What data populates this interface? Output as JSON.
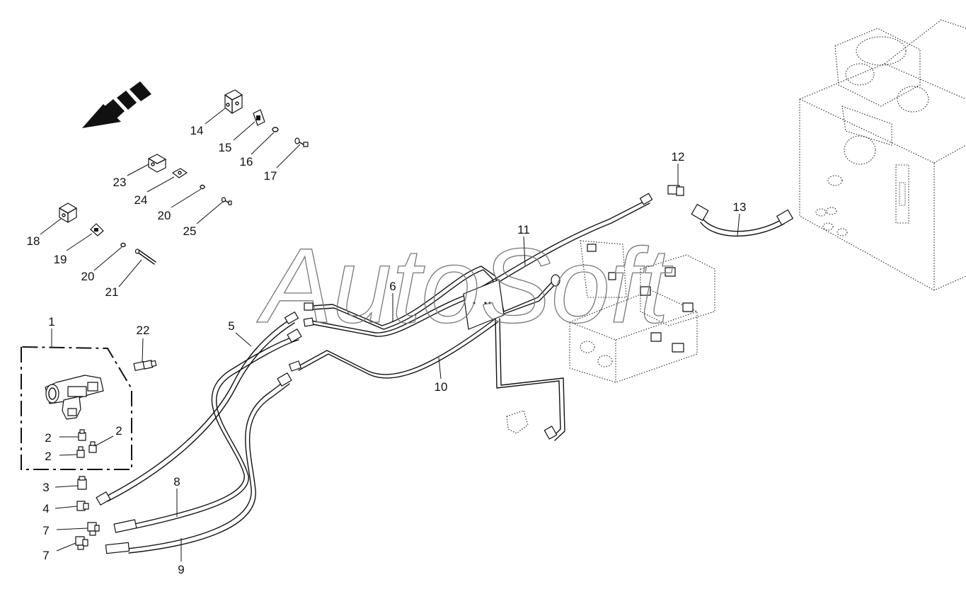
{
  "watermark": "AutoSoft",
  "callouts": [
    {
      "id": "c1",
      "text": "1"
    },
    {
      "id": "c2a",
      "text": "2"
    },
    {
      "id": "c2b",
      "text": "2"
    },
    {
      "id": "c2c",
      "text": "2"
    },
    {
      "id": "c3",
      "text": "3"
    },
    {
      "id": "c4",
      "text": "4"
    },
    {
      "id": "c5",
      "text": "5"
    },
    {
      "id": "c6",
      "text": "6"
    },
    {
      "id": "c7a",
      "text": "7"
    },
    {
      "id": "c7b",
      "text": "7"
    },
    {
      "id": "c8",
      "text": "8"
    },
    {
      "id": "c9",
      "text": "9"
    },
    {
      "id": "c10",
      "text": "10"
    },
    {
      "id": "c11",
      "text": "11"
    },
    {
      "id": "c12",
      "text": "12"
    },
    {
      "id": "c13",
      "text": "13"
    },
    {
      "id": "c14",
      "text": "14"
    },
    {
      "id": "c15",
      "text": "15"
    },
    {
      "id": "c16",
      "text": "16"
    },
    {
      "id": "c17",
      "text": "17"
    },
    {
      "id": "c18",
      "text": "18"
    },
    {
      "id": "c19",
      "text": "19"
    },
    {
      "id": "c20a",
      "text": "20"
    },
    {
      "id": "c20b",
      "text": "20"
    },
    {
      "id": "c21",
      "text": "21"
    },
    {
      "id": "c22",
      "text": "22"
    },
    {
      "id": "c23",
      "text": "23"
    },
    {
      "id": "c24",
      "text": "24"
    },
    {
      "id": "c25",
      "text": "25"
    }
  ],
  "icons": {
    "direction_arrow": "arrow-left-down-icon",
    "hidden_parts": "dotted-outline"
  },
  "colors": {
    "line": "#111111",
    "background": "#ffffff",
    "watermark": "#777777"
  }
}
